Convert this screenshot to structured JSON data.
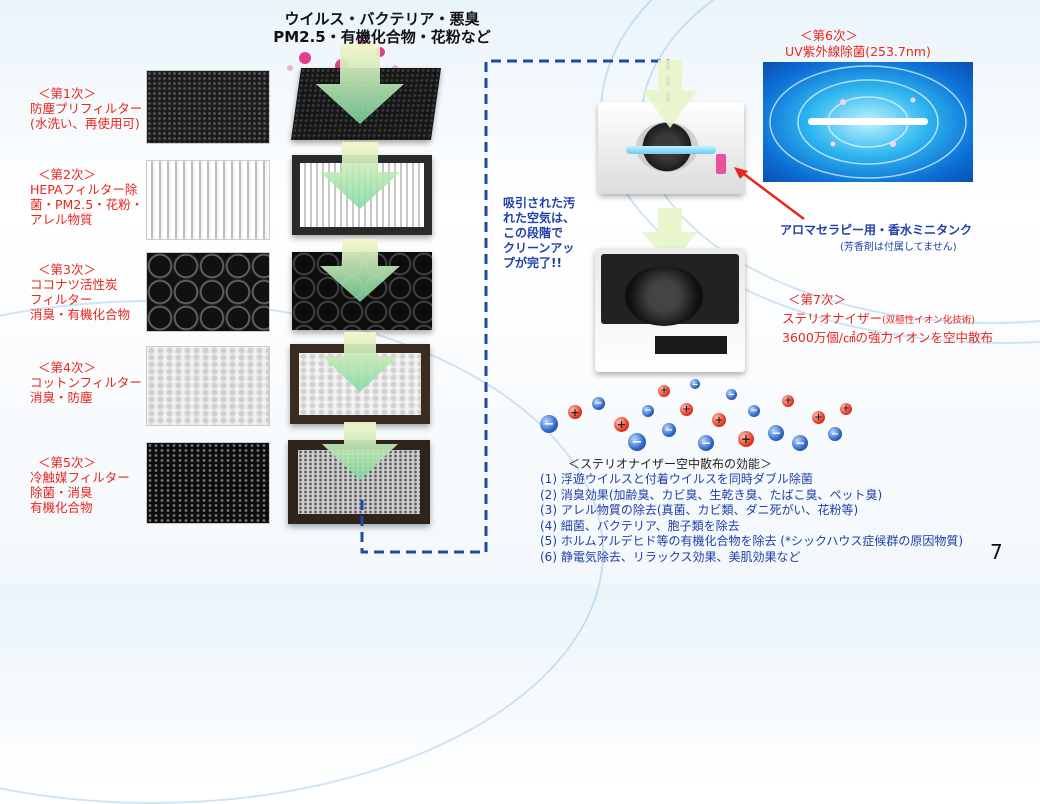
{
  "page_number": "7",
  "top_caption": {
    "line1": "ウイルス・バクテリア・悪臭",
    "line2": "PM2.5・有機化合物・花粉など"
  },
  "stages": [
    {
      "title": "＜第1次＞",
      "desc": "防塵プリフィルター\n(水洗い、再使用可)"
    },
    {
      "title": "＜第2次＞",
      "desc": "HEPAフィルター除\n菌・PM2.5・花粉・\nアレル物質"
    },
    {
      "title": "＜第3次＞",
      "desc": "ココナツ活性炭\nフィルター\n消臭・有機化合物"
    },
    {
      "title": "＜第4次＞",
      "desc": "コットンフィルター\n消臭・防塵"
    },
    {
      "title": "＜第5次＞",
      "desc": "冷触媒フィルター\n除菌・消臭\n有機化合物"
    }
  ],
  "clean_air_note": "吸引された汚\nれた空気は、\nこの段階で\nクリーンアッ\nプが完了!!",
  "uv": {
    "title": "＜第6次＞",
    "desc": "UV紫外線除菌(253.7nm)"
  },
  "aroma": {
    "title": "アロマセラピー用・香水ミニタンク",
    "note": "(芳香剤は付属してません)"
  },
  "ionizer": {
    "title": "＜第7次＞",
    "line1_main": "ステリオナイザー",
    "line1_small": "(双極性イオン化技術)",
    "line2": "3600万個/㎠の強力イオンを空中散布"
  },
  "effects": {
    "header": "＜ステリオナイザー空中散布の効能＞",
    "items": [
      "(1) 浮遊ウイルスと付着ウイルスを同時ダブル除菌",
      "(2) 消臭効果(加齢臭、カビ臭、生乾き臭、たばこ臭、ペット臭)",
      "(3) アレル物質の除去(真菌、カビ類、ダニ死がい、花粉等)",
      "(4) 細菌、バクテリア、胞子類を除去",
      "(5) ホルムアルデヒド等の有機化合物を除去 (*シックハウス症候群の原因物質)",
      "(6) 静電気除去、リラックス効果、美肌効果など"
    ]
  },
  "colors": {
    "accent_red": "#e8261c",
    "text_blue": "#1f3fa8",
    "dash_blue": "#1f49a8"
  }
}
